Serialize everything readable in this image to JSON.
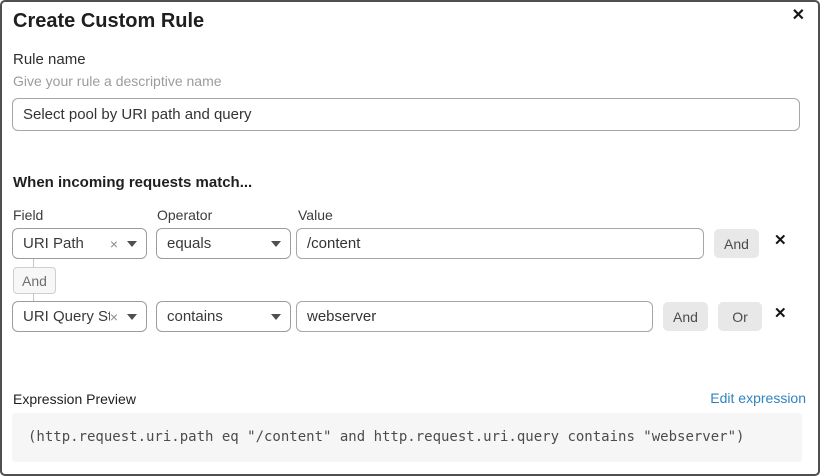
{
  "dialog": {
    "title": "Create Custom Rule"
  },
  "icons": {
    "close": "✕",
    "remove": "✕",
    "clear": "×"
  },
  "rule_name": {
    "label": "Rule name",
    "hint": "Give your rule a descriptive name",
    "value": "Select pool by URI path and query"
  },
  "match_section": {
    "heading": "When incoming requests match...",
    "columns": {
      "field": "Field",
      "operator": "Operator",
      "value": "Value"
    },
    "connector": "And",
    "rows": [
      {
        "field": "URI Path",
        "operator": "equals",
        "value": "/content",
        "buttons": [
          "And"
        ]
      },
      {
        "field": "URI Query St...",
        "operator": "contains",
        "value": "webserver",
        "buttons": [
          "And",
          "Or"
        ]
      }
    ]
  },
  "expression": {
    "label": "Expression Preview",
    "edit_link": "Edit expression",
    "code": "(http.request.uri.path eq \"/content\" and http.request.uri.query contains \"webserver\")"
  },
  "colors": {
    "link": "#2f84be",
    "button_bg": "#e8e8e8",
    "code_bg": "#f6f6f6",
    "dialog_border": "#4f4f4f"
  }
}
